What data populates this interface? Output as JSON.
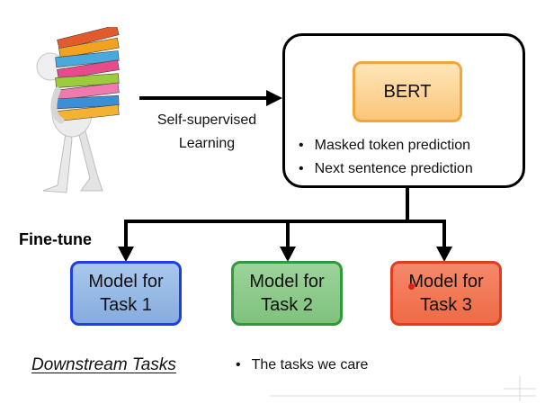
{
  "pretraining": {
    "arrow_label_line1": "Self-supervised",
    "arrow_label_line2": "Learning",
    "bert_label": "BERT",
    "objectives": [
      "Masked token prediction",
      "Next sentence prediction"
    ]
  },
  "finetune_label": "Fine-tune",
  "tasks": [
    {
      "line1": "Model for",
      "line2": "Task 1",
      "color": "#86acde",
      "border": "#1e3ee6"
    },
    {
      "line1": "Model for",
      "line2": "Task 2",
      "color": "#7fc27c",
      "border": "#2e9a3a"
    },
    {
      "line1": "Model for",
      "line2": "Task 3",
      "color": "#ef6a46",
      "border": "#e23b1f"
    }
  ],
  "downstream": {
    "heading": "Downstream Tasks",
    "bullet": "The tasks we care"
  },
  "icons": [
    "person-carrying-binders-icon",
    "arrow-right-icon",
    "arrow-down-icon"
  ]
}
